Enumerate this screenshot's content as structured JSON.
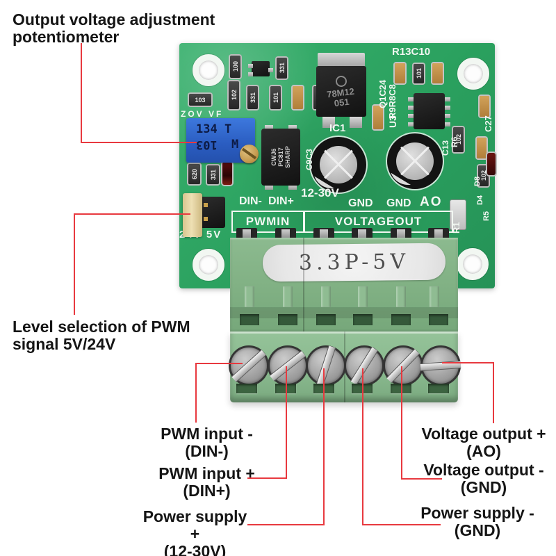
{
  "colors": {
    "annotation_line": "#e8393f",
    "annotation_text": "#151515",
    "pcb_green": "#2aa05e",
    "terminal_green": "#88b88d",
    "potentiometer_blue": "#2e66c9"
  },
  "callouts": {
    "pot": {
      "line1": "Output voltage adjustment",
      "line2": "potentiometer"
    },
    "jumper": {
      "line1": "Level selection of PWM",
      "line2": "signal 5V/24V"
    },
    "pwm_in_minus": {
      "line1": "PWM input -",
      "line2": "(DIN-)"
    },
    "pwm_in_plus": {
      "line1": "PWM input +",
      "line2": "(DIN+)"
    },
    "power_plus": {
      "line1": "Power supply +",
      "line2": "(12-30V)"
    },
    "v_out_plus": {
      "line1": "Voltage output +",
      "line2": "(AO)"
    },
    "v_out_minus": {
      "line1": "Voltage output -",
      "line2": "(GND)"
    },
    "power_minus": {
      "line1": "Power supply -",
      "line2": "(GND)"
    }
  },
  "board": {
    "silkscreen": {
      "r13c10": "R13C10",
      "q1c24": "Q1C24",
      "r9r8c8": "R9R8C8",
      "u3": "U3",
      "c27": "C27",
      "c13": "C13",
      "r6": "R6",
      "c9c3": "C9C3",
      "ic1": "IC1",
      "supply_range": "12-30V",
      "din_minus": "DIN-",
      "din_plus": "DIN+",
      "gnd_1": "GND",
      "gnd_2": "GND",
      "ao": "AO",
      "pwmin": "PWMIN",
      "voltageout": "VOLTAGEOUT",
      "r1": "R1",
      "d8": "D8",
      "d4": "D4",
      "r5": "R5",
      "jumper_levels": "24V 5V",
      "pot_outline": "ZOV  VF"
    },
    "components": {
      "potentiometer": {
        "row1": "134 T",
        "row2_digits": "103",
        "row2_letter": "M"
      },
      "regulator": {
        "line1": "78M12",
        "line2": "051"
      },
      "optocoupler": {
        "line1": "CWJ6",
        "line2": "PC817",
        "line3": "SHARP"
      },
      "terminal_label": "3.3P-5V",
      "smd_codes": [
        "103",
        "100",
        "331",
        "102",
        "331",
        "101",
        "101",
        "620",
        "331",
        "102",
        "102",
        "101"
      ]
    }
  }
}
